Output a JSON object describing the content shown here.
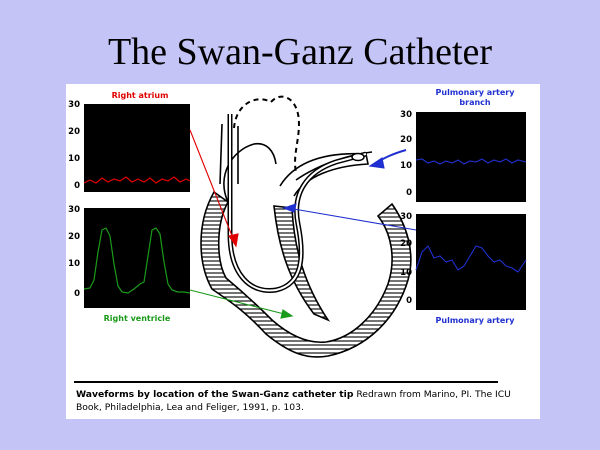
{
  "slide": {
    "title": "The Swan-Ganz Catheter"
  },
  "panels": {
    "right_atrium": {
      "label": "Right atrium",
      "color": "#e00000",
      "y_ticks": [
        "30",
        "20",
        "10",
        "0"
      ]
    },
    "right_ventricle": {
      "label": "Right ventricle",
      "color": "#1a9a1a",
      "y_ticks": [
        "30",
        "20",
        "10",
        "0"
      ]
    },
    "pulmonary_artery_branch": {
      "label_line1": "Pulmonary artery",
      "label_line2": "branch",
      "color": "#2030d0",
      "y_ticks": [
        "30",
        "20",
        "10",
        "0"
      ]
    },
    "pulmonary_artery": {
      "label": "Pulmonary artery",
      "color": "#2030d0",
      "y_ticks": [
        "30",
        "20",
        "10",
        "0"
      ]
    }
  },
  "caption": {
    "bold": "Waveforms by location of the Swan-Ganz catheter tip",
    "rest": " Redrawn from Marino, PI. The ICU Book, Philadelphia, Lea and Feliger, 1991, p. 103."
  }
}
